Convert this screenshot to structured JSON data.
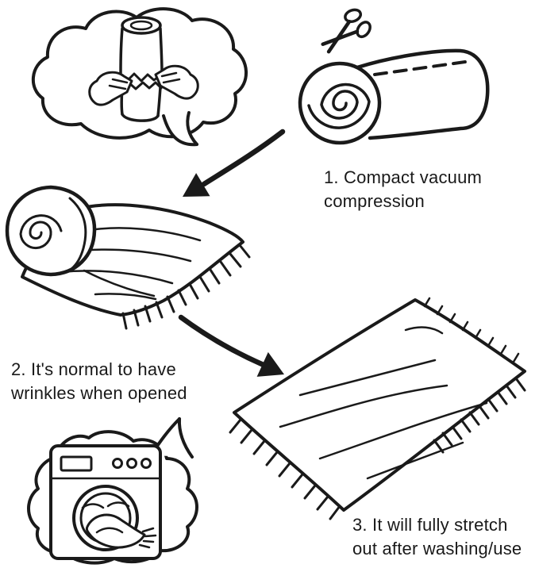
{
  "page": {
    "background_color": "#ffffff",
    "ink_color": "#1a1a1a"
  },
  "captions": {
    "step1": {
      "line1": "1. Compact vacuum",
      "line2": "compression"
    },
    "step2": {
      "line1": "2. It's normal to have",
      "line2": "wrinkles when opened"
    },
    "step3": {
      "line1": "3. It will fully stretch",
      "line2": "out after washing/use"
    }
  },
  "illustrations": {
    "thought_bubble_top": "hands-tearing-vacuum-package",
    "scissors": "scissors-icon",
    "compressed_roll": "vacuum-compressed-roll",
    "cut_line": "dashed-cut-line",
    "wrinkled_blanket": "unrolling-wrinkled-blanket",
    "flat_blanket": "flat-stretched-blanket",
    "washing_machine": "washing-machine-bubble",
    "arrow_1": "arrow-step1-to-step2",
    "arrow_2": "arrow-step2-to-step3"
  }
}
